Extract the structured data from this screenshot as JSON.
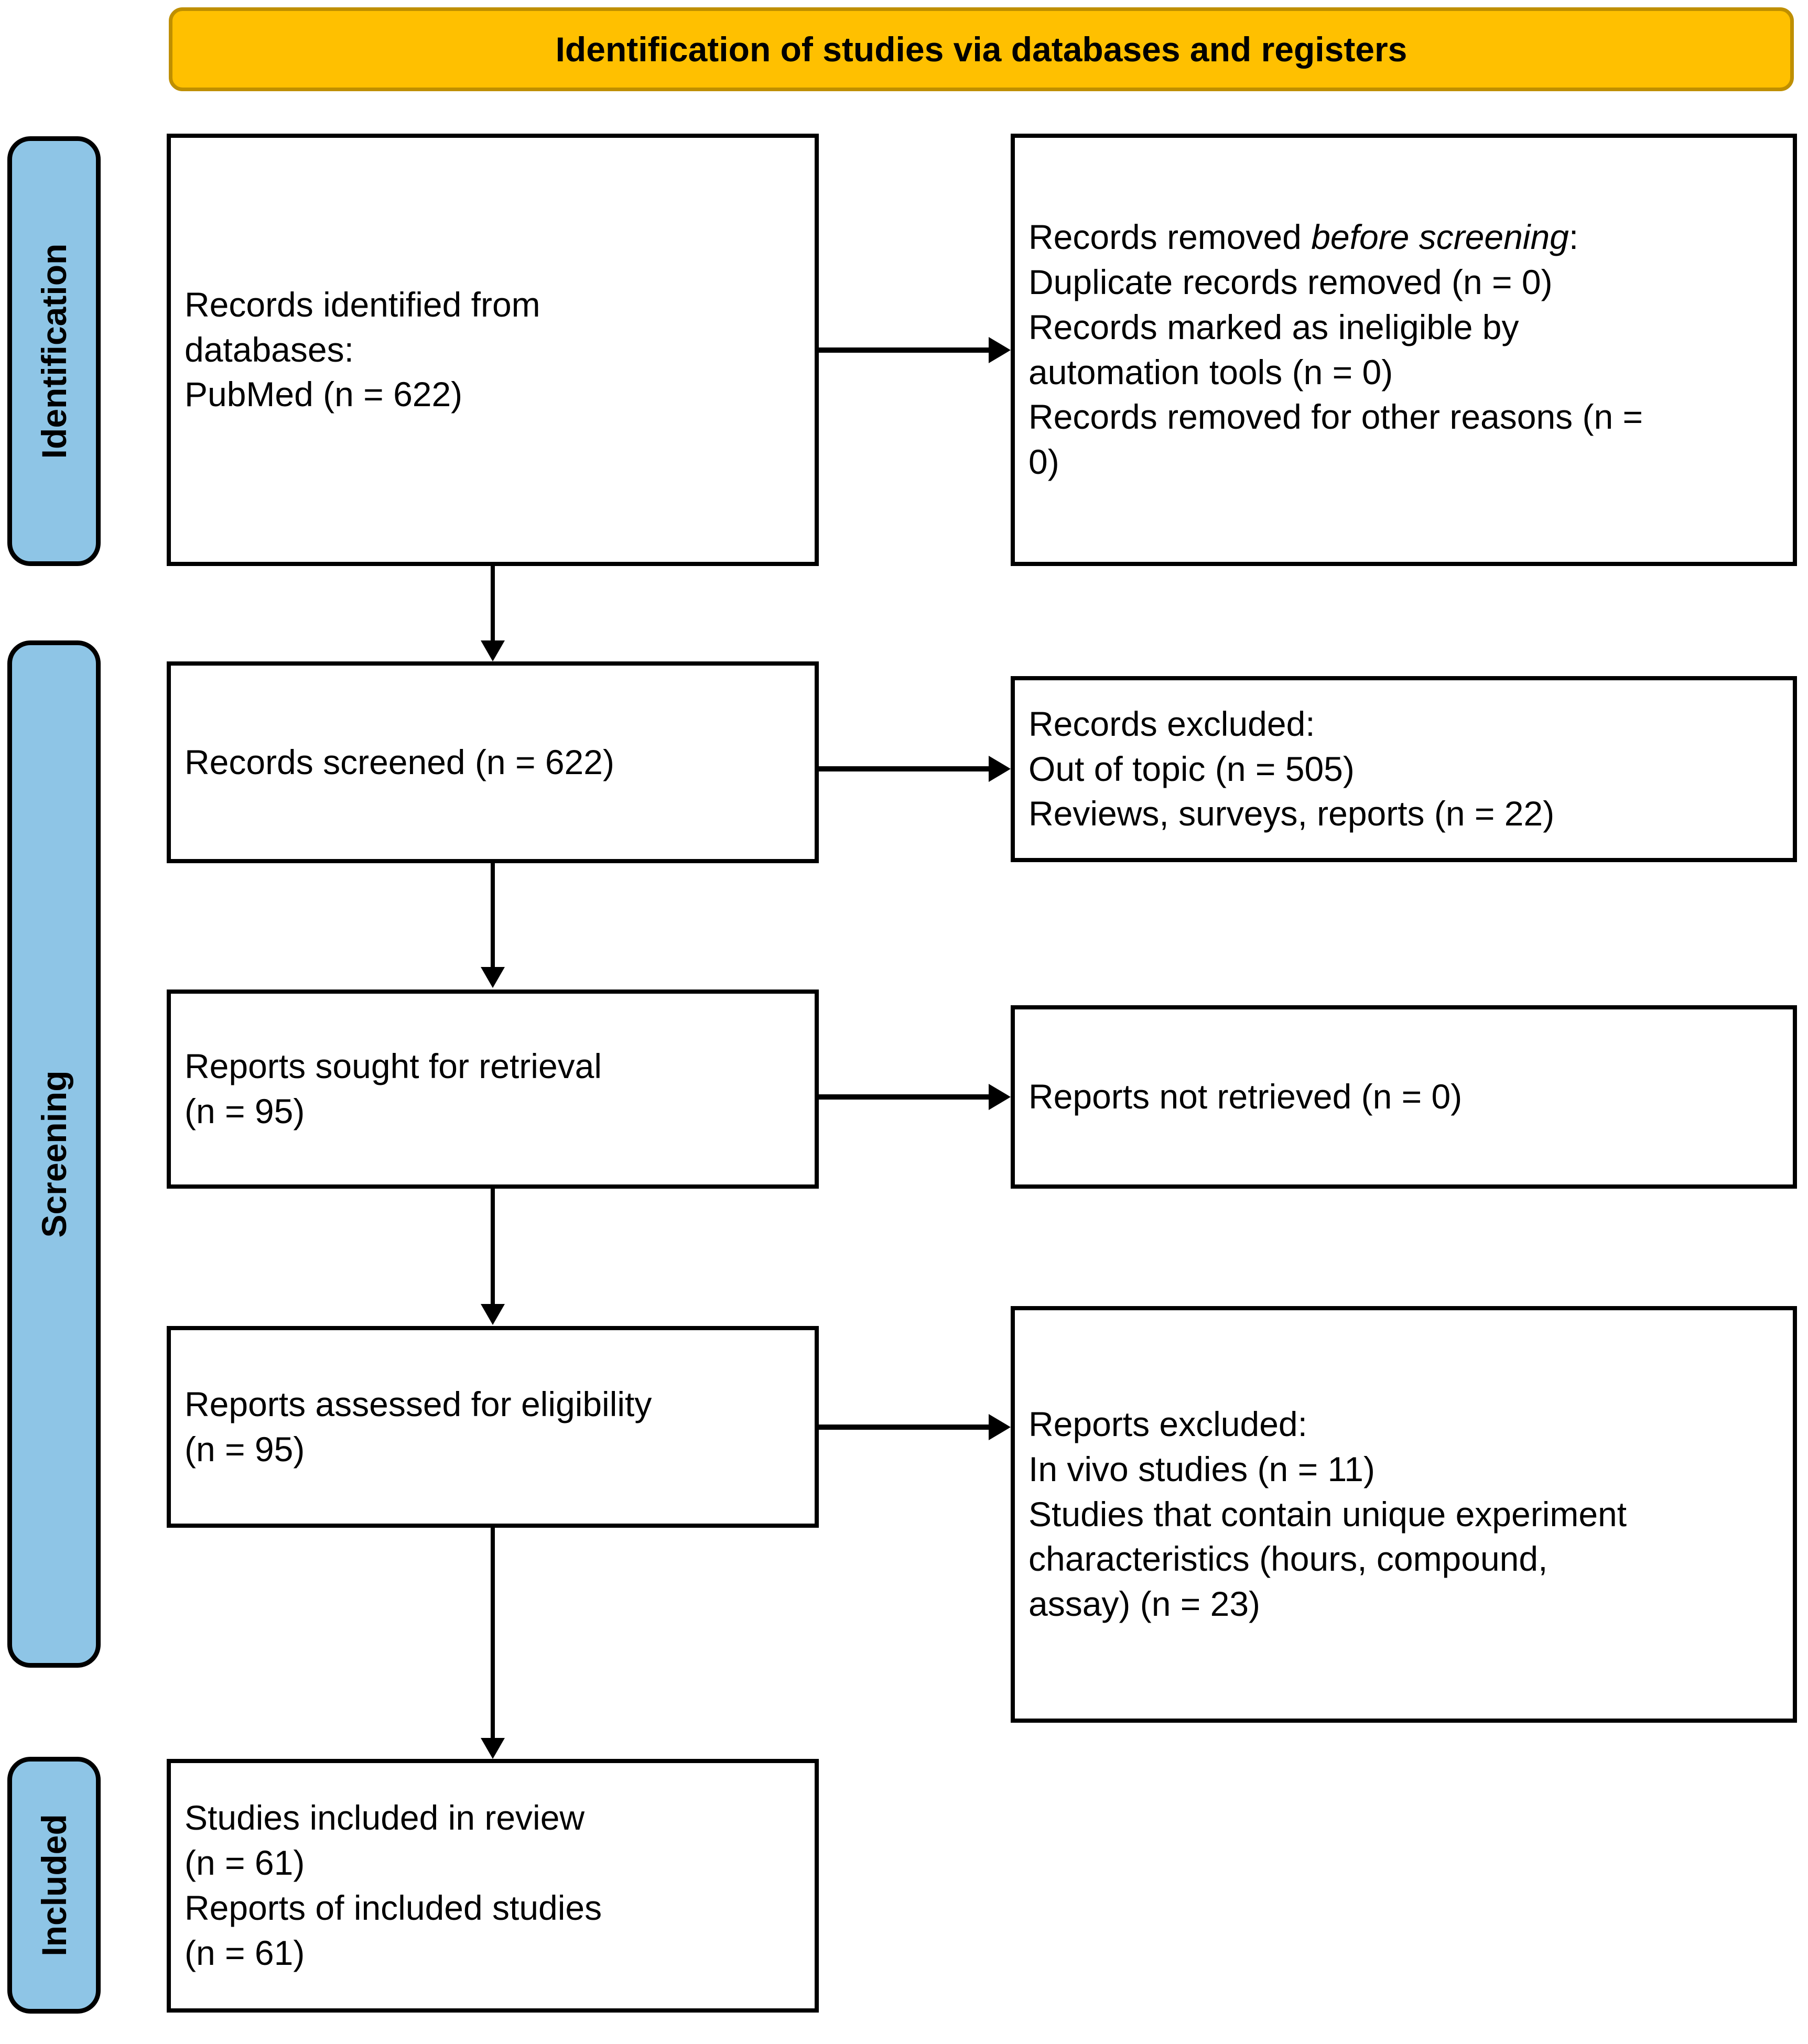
{
  "banner": {
    "title": "Identification of studies via databases and registers",
    "fill_color": "#FFC000",
    "border_color": "#BF8F00"
  },
  "stages": {
    "fill_color": "#8EC5E6",
    "identification": "Identification",
    "screening": "Screening",
    "included": "Included"
  },
  "boxes": {
    "identified": {
      "line1": "Records identified from",
      "line2": "databases:",
      "line3": "PubMed (n = 622)"
    },
    "removed": {
      "line1_pre": "Records removed ",
      "line1_em": "before screening",
      "line1_post": ":",
      "line2": "Duplicate records removed (n = 0)",
      "line3": "Records marked as ineligible by",
      "line4": "automation tools (n = 0)",
      "line5": "Records removed for other reasons (n =",
      "line6": "0)"
    },
    "screened": {
      "line1": "Records screened (n = 622)"
    },
    "excluded_screening": {
      "line1": "Records excluded:",
      "line2": "Out of topic (n = 505)",
      "line3": "Reviews, surveys, reports (n = 22)"
    },
    "sought": {
      "line1": "Reports sought for retrieval",
      "line2": "(n = 95)"
    },
    "not_retrieved": {
      "line1": "Reports not retrieved (n = 0)"
    },
    "assessed": {
      "line1": "Reports assessed for eligibility",
      "line2": "(n = 95)"
    },
    "excluded_eligibility": {
      "line1": "Reports excluded:",
      "line2": "In vivo studies (n = 11)",
      "line3": "Studies that contain unique experiment",
      "line4": "characteristics (hours, compound,",
      "line5": "assay) (n = 23)"
    },
    "included": {
      "line1": "Studies included in review",
      "line2": "(n = 61)",
      "line3": "Reports of included studies",
      "line4": "(n = 61)"
    }
  },
  "flow_data": {
    "type": "prisma-flow-diagram",
    "identified_records": 622,
    "duplicates_removed": 0,
    "ineligible_by_automation": 0,
    "removed_other_reasons": 0,
    "records_screened": 622,
    "excluded_out_of_topic": 505,
    "excluded_reviews_surveys_reports": 22,
    "reports_sought": 95,
    "reports_not_retrieved": 0,
    "reports_assessed": 95,
    "excluded_in_vivo": 11,
    "excluded_unique_experiment": 23,
    "studies_included": 61,
    "reports_of_included_studies": 61
  }
}
